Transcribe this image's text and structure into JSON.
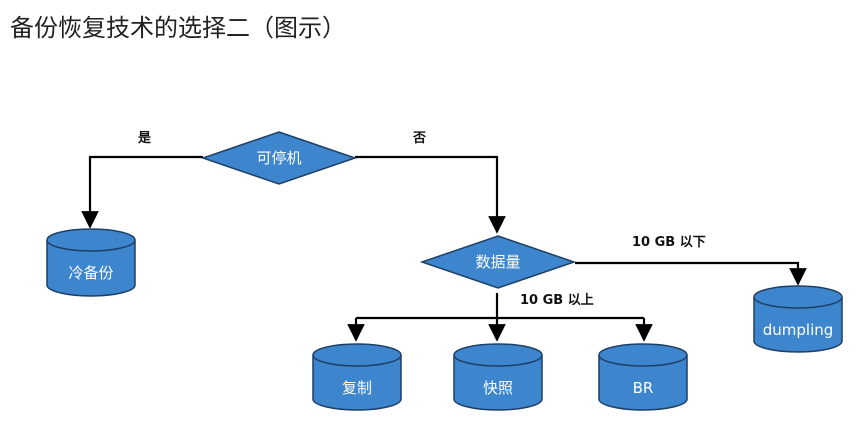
{
  "title": "备份恢复技术的选择二（图示）",
  "colors": {
    "node_fill": "#3d86cd",
    "node_stroke": "#1d3f66",
    "line": "#000000"
  },
  "nodes": {
    "can_stop": "可停机",
    "data_volume": "数据量",
    "cold_backup": "冷备份",
    "replication": "复制",
    "snapshot": "快照",
    "br": "BR",
    "dumpling": "dumpling"
  },
  "edge_labels": {
    "yes": "是",
    "no": "否",
    "under_10gb": "10 GB 以下",
    "over_10gb": "10 GB 以上"
  }
}
